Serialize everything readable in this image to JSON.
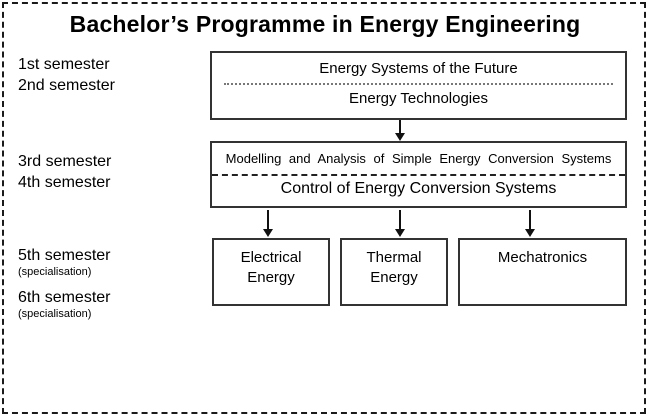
{
  "title": "Bachelor’s Programme in Energy Engineering",
  "sidebar": {
    "sem12_line1": "1st semester",
    "sem12_line2": "2nd semester",
    "sem34_line1": "3rd semester",
    "sem34_line2": "4th semester",
    "sem5_label": "5th semester",
    "sem5_note": "(specialisation)",
    "sem6_label": "6th semester",
    "sem6_note": "(specialisation)"
  },
  "diagram": {
    "year1": {
      "course1": "Energy Systems of the Future",
      "course2": "Energy Technologies"
    },
    "year2": {
      "course1": "Modelling and Analysis of Simple Energy Conversion Systems",
      "course2": "Control of Energy Conversion Systems"
    },
    "specialisations": [
      {
        "label": "Electrical Energy"
      },
      {
        "label": "Thermal Energy"
      },
      {
        "label": "Mechatronics"
      }
    ]
  },
  "colors": {
    "background": "#ffffff",
    "text": "#000000",
    "box_border": "#333333",
    "outer_border": "#1a1a1a"
  }
}
